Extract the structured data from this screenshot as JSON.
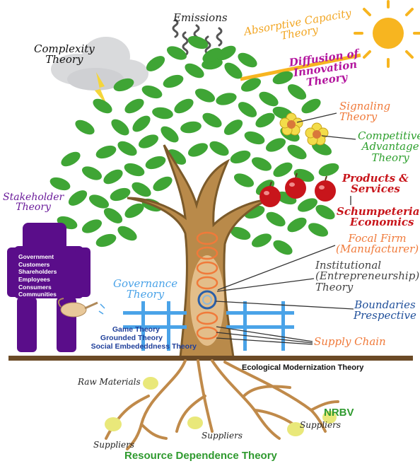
{
  "labels": {
    "emissions": "Emissions",
    "complexity_l1": "Complexity",
    "complexity_l2": "Theory",
    "absorptive_l1": "Absorptive Capacity",
    "absorptive_l2": "Theory",
    "diffusion_l1": "Diffusion of",
    "diffusion_l2": "Innovation",
    "diffusion_l3": "Theory",
    "signaling_l1": "Signaling",
    "signaling_l2": "Theory",
    "competitive_l1": "Competitive",
    "competitive_l2": "Advantage",
    "competitive_l3": "Theory",
    "products_l1": "Products &",
    "products_l2": "Services",
    "schumpeter_l1": "Schumpeterian",
    "schumpeter_l2": "Economics",
    "stakeholder_l1": "Stakeholder",
    "stakeholder_l2": "Theory",
    "focal_l1": "Focal Firm",
    "focal_l2": "(Manufacturer)",
    "institutional_l1": "Institutional",
    "institutional_l2": "(Entrepreneurship)",
    "institutional_l3": "Theory",
    "governance_l1": "Governance",
    "governance_l2": "Theory",
    "boundaries_l1": "Boundaries",
    "boundaries_l2": "Prespective",
    "game_theory": "Game Theory",
    "grounded_theory": "Grounded Theory",
    "social_embeddedness": "Social Embededdness Theory",
    "supply_chain": "Supply Chain",
    "ecological_modernization": "Ecological Modernization Theory",
    "raw_materials": "Raw Materials",
    "nrbv": "NRBV",
    "suppliers_1": "Suppliers",
    "suppliers_2": "Suppliers",
    "suppliers_3": "Suppliers",
    "resource_dependence": "Resource Dependence Theory"
  },
  "stakeholders": [
    "Government",
    "Customers",
    "Shareholders",
    "Employees",
    "Consumers",
    "Communities"
  ],
  "colors": {
    "leaf": "#3fa535",
    "trunk": "#b98a4a",
    "trunk_dark": "#7b5a2a",
    "ground": "#6b4a26",
    "root": "#c08a4a",
    "sun": "#f7b520",
    "stakeholder": "#5a0d8a",
    "fence": "#4aa3e8",
    "supply_chain_ring": "#f07a3a",
    "apple": "#c8151b",
    "flower": "#f3dc4a"
  }
}
